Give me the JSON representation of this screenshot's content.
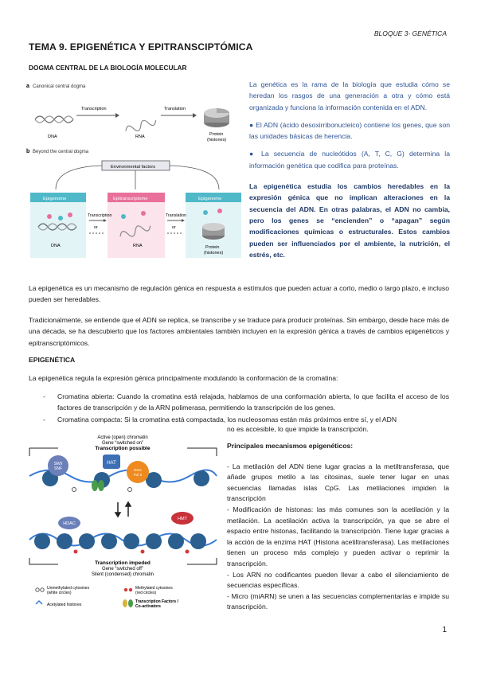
{
  "header": {
    "block": "BLOQUE 3- GENÉTICA"
  },
  "title": "TEMA 9. EPIGENÉTICA Y EPITRANSCIPTÓMICA",
  "subtitle": "DOGMA CENTRAL DE LA BIOLOGÍA MOLECULAR",
  "figure1": {
    "a_label": "a",
    "a_title": "Canonical central dogma",
    "transcription": "Transcription",
    "translation": "Translation",
    "dna": "DNA",
    "rna": "RNA",
    "protein": "Protein",
    "histones": "(histones)",
    "b_label": "b",
    "b_title": "Beyond the central dogma",
    "environmental": "Environmental factors",
    "epigenome": "Epigenome",
    "epitranscriptome": "Epitranscriptome",
    "or": "or",
    "colors": {
      "epigenome": "#4fb8c9",
      "epitranscriptome": "#e8709a",
      "env_box": "#e8e8f0"
    }
  },
  "right_column": {
    "p1": "La genética es la rama de la biología que estudia cómo se heredan los rasgos de una generación a otra y cómo está organizada y funciona la información contenida en el ADN.",
    "p2": "● El ADN (ácido desoxirribonucleico) contiene los genes, que son las unidades básicas de herencia.",
    "p3": "● La secuencia de nucleótidos (A, T, C, G) determina la información genética que codifica para proteínas.",
    "p4": "La epigenética estudia los cambios heredables en la expresión génica que no implican alteraciones en la secuencia del ADN. En otras palabras, el ADN no cambia, pero los genes se “encienden” o “apagan” según modificaciones químicas o estructurales. Estos cambios pueden ser influenciados por el ambiente, la nutrición, el estrés, etc."
  },
  "body": {
    "p1": "La epigenética es un mecanismo de regulación génica en respuesta a estímulos que pueden actuar a corto, medio o largo plazo, e incluso pueden ser heredables.",
    "p2": "Tradicionalmente, se entiende que el ADN se replica, se transcribe y se traduce para producir proteínas. Sin embargo, desde hace más de una década, se ha descubierto que los factores ambientales también incluyen en la expresión génica a través de cambios epigenéticos y epitranscriptómicos.",
    "section": "EPIGENÉTICA",
    "p3": "La epigenética regula la expresión génica principalmente modulando la conformación de la cromatina:",
    "bullet1": "Cromatina abierta: Cuando la cromatina está relajada, hablamos de una conformación abierta, lo que facilita el acceso de los factores de transcripción y de la ARN polimerasa, permitiendo la transcripción de los genes.",
    "bullet2": "Cromatina compacta: Si la cromatina está compactada, los nucleosomas están más próximos entre sí, y el ADN",
    "bullet2_cont": "no es accesible, lo que impide la transcripción.",
    "dash": "-"
  },
  "figure2": {
    "active1": "Active (open) chromatin",
    "active2": "Gene “switched on”",
    "active3": "Transcription possible",
    "swi": "SWI/",
    "snf": "SNF",
    "hat": "HAT",
    "rna": "RNA",
    "pol": "Pol II",
    "hdac": "HDAC",
    "hmt": "HMT",
    "impeded1": "Transcription impeded",
    "impeded2": "Gene “switched off”",
    "impeded3": "Silent (condensed) chromatin",
    "leg1a": "Unmethylated cytosines",
    "leg1b": "(white circles)",
    "leg2a": "Methylated cytosines",
    "leg2b": "(red circles)",
    "leg3": "Acetylated histones",
    "leg4a": "Transcription Factors /",
    "leg4b": "Co-activators"
  },
  "mechanisms": {
    "heading": "Principales mecanismos epigenéticos:",
    "m1": "-          La metilación del ADN tiene lugar gracias a la metiltransferasa, que añade grupos metilo a las citosinas, suele tener lugar en unas secuencias llamadas islas CpG. Las metilaciones impiden la transcripción",
    "m2": "-          Modificación de histonas: las más comunes son la acetilación y la metilación. La acetilación activa la transcripción, ya que se abre el espacio entre histonas, facilitando la transcripción. Tiene lugar gracias a la acción de la enzima HAT (Histona acetiltransferasa). Las metilaciones tienen un proceso más complejo y pueden activar o reprimir la transcripción.",
    "m3": "-          Los ARN no codificantes pueden llevar a cabo el silenciamiento de secuencias específicas.",
    "m4": "-          Micro (miARN) se unen a las secuencias complementarias e impide su transcripción."
  },
  "page_number": "1"
}
